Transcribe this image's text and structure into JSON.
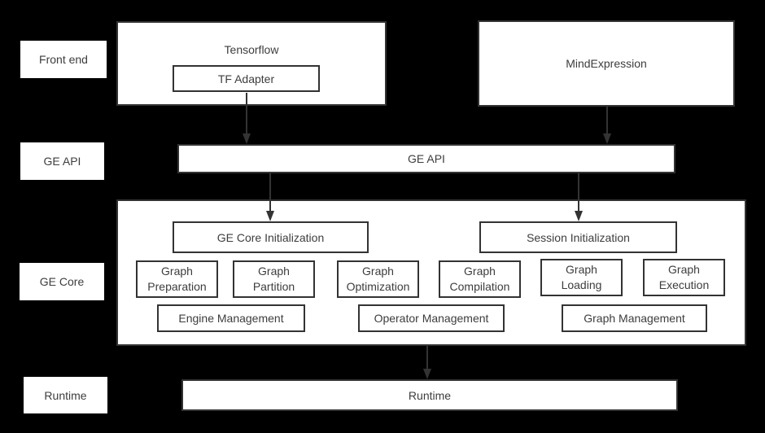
{
  "colors": {
    "background": "#000000",
    "box_fill": "#ffffff",
    "border": "#333333",
    "text": "#3d3d3d",
    "arrow": "#333333"
  },
  "side_labels": [
    {
      "label": "Front end"
    },
    {
      "label": "GE API"
    },
    {
      "label": "GE Core"
    },
    {
      "label": "Runtime"
    }
  ],
  "front_end": {
    "tensorflow_label": "Tensorflow",
    "tf_adapter_label": "TF Adapter",
    "mind_expression_label": "MindExpression"
  },
  "ge_api": {
    "label": "GE API"
  },
  "ge_core": {
    "init_boxes": [
      {
        "label": "GE Core Initialization"
      },
      {
        "label": "Session Initialization"
      }
    ],
    "modules": [
      {
        "label": "Graph\nPreparation"
      },
      {
        "label": "Graph\nPartition"
      },
      {
        "label": "Graph\nOptimization"
      },
      {
        "label": "Graph\nCompilation"
      },
      {
        "label": "Graph\nLoading"
      },
      {
        "label": "Graph\nExecution"
      }
    ],
    "managers": [
      {
        "label": "Engine Management"
      },
      {
        "label": "Operator Management"
      },
      {
        "label": "Graph Management"
      }
    ]
  },
  "runtime": {
    "label": "Runtime"
  }
}
